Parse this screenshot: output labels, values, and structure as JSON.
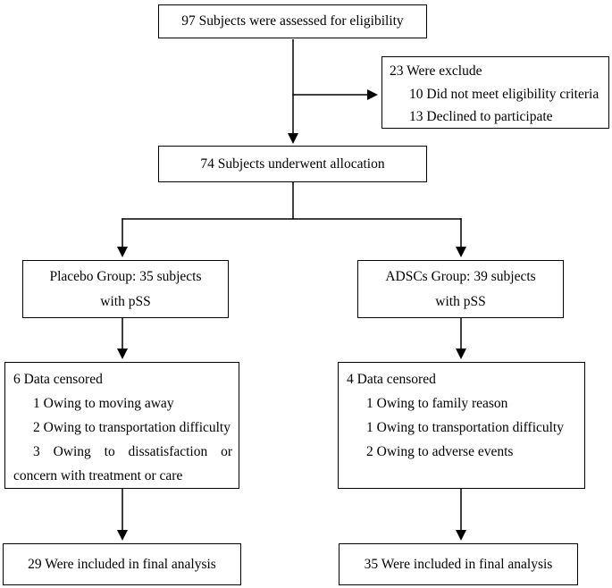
{
  "colors": {
    "background": "#ffffff",
    "line": "#000000",
    "text": "#000000"
  },
  "flow": {
    "assessed": {
      "text": "97 Subjects were assessed for eligibility"
    },
    "excluded": {
      "title": "23 Were exclude",
      "items": [
        "10 Did not meet eligibility criteria",
        "13 Declined to participate"
      ]
    },
    "allocation": {
      "text": "74 Subjects underwent allocation"
    },
    "placebo_group": {
      "line1": "Placebo Group: 35 subjects",
      "line2": "with pSS"
    },
    "adscs_group": {
      "line1": "ADSCs Group: 39 subjects",
      "line2": "with pSS"
    },
    "placebo_censored": {
      "title": "6 Data censored",
      "items": [
        "1 Owing to moving away",
        "2 Owing to transportation difficulty"
      ],
      "wrapped_item_first_line": "3 Owing to dissatisfaction or",
      "wrapped_item_second_line": "concern with treatment or care"
    },
    "adscs_censored": {
      "title": "4 Data censored",
      "items": [
        "1 Owing to family reason",
        "1 Owing to transportation difficulty",
        "2 Owing to adverse events"
      ]
    },
    "placebo_final": {
      "text": "29 Were included in final analysis"
    },
    "adscs_final": {
      "text": "35 Were included in final analysis"
    }
  }
}
